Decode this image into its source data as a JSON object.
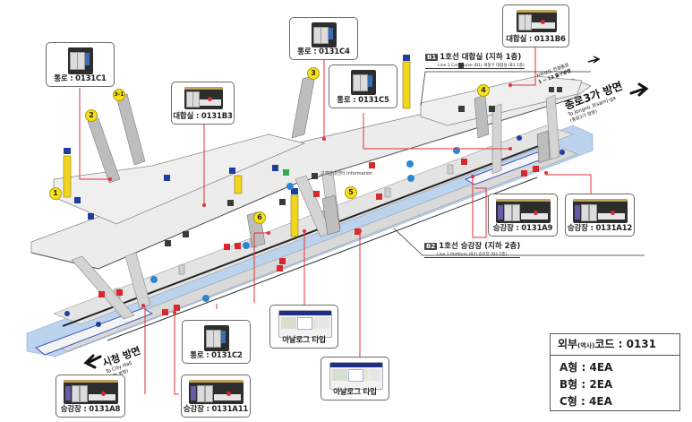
{
  "diagram": {
    "title": "1호선 종각역 표지 배치도",
    "callouts": [
      {
        "id": "c1",
        "label": "통로 : 0131C1",
        "type": "C"
      },
      {
        "id": "b3",
        "label": "대합실 : 0131B3",
        "type": "B"
      },
      {
        "id": "c4",
        "label": "통로 : 0131C4",
        "type": "C"
      },
      {
        "id": "c5",
        "label": "통로 : 0131C5",
        "type": "C"
      },
      {
        "id": "b6",
        "label": "대합실 : 0131B6",
        "type": "B"
      },
      {
        "id": "a9",
        "label": "승강장 : 0131A9",
        "type": "A"
      },
      {
        "id": "a12",
        "label": "승강장 : 0131A12",
        "type": "A"
      },
      {
        "id": "c2",
        "label": "통로 : 0131C2",
        "type": "C"
      },
      {
        "id": "a8",
        "label": "승강장 : 0131A8",
        "type": "A"
      },
      {
        "id": "a11",
        "label": "승강장 : 0131A11",
        "type": "A"
      },
      {
        "id": "analog1",
        "label": "아날로그 타입",
        "type": "analog"
      },
      {
        "id": "analog2",
        "label": "아날로그 타입",
        "type": "analog"
      }
    ],
    "floors": {
      "b1": {
        "badge": "B1",
        "title": "1호선 대합실 (지하 1층)",
        "subtitle": "Line 1 Concourse (B1) 개찰구 대합실 (B1 1층)"
      },
      "b2": {
        "badge": "B2",
        "title": "1호선 승강장 (지하 2층)",
        "subtitle": "Line 1 Platform (B2) 승강장 (B2 2층)"
      }
    },
    "directions": {
      "jongno": {
        "ko": "종로3가 방면",
        "en": "To Jongno 3(sam)-ga",
        "sub": "(종로3가 방향)"
      },
      "cityhall": {
        "ko": "시청 방면",
        "en": "To City Hall",
        "sub": "(시청 방향)"
      },
      "exit_small": {
        "ko": "1 ~ 13 출구방면",
        "sub": "지하보도 연결통로"
      }
    },
    "exits": [
      "1",
      "2",
      "3",
      "3-1",
      "4",
      "5",
      "6"
    ],
    "icons": {
      "info": "고객안내센터 Information"
    }
  },
  "legend": {
    "title_prefix": "외부",
    "title_small": "(역사)",
    "title_suffix": "코드 : 0131",
    "rows": [
      {
        "type": "A형",
        "count": "4EA"
      },
      {
        "type": "B형",
        "count": "2EA"
      },
      {
        "type": "C형",
        "count": "4EA"
      }
    ]
  },
  "colors": {
    "leader": "#e0323a",
    "platform": "#bcd3ee",
    "floor": "#ececec",
    "exit_badge": "#f5e21b",
    "accessibility": "#1f3d9a",
    "facility_red": "#d8282f",
    "info_blue": "#2c86d1"
  }
}
